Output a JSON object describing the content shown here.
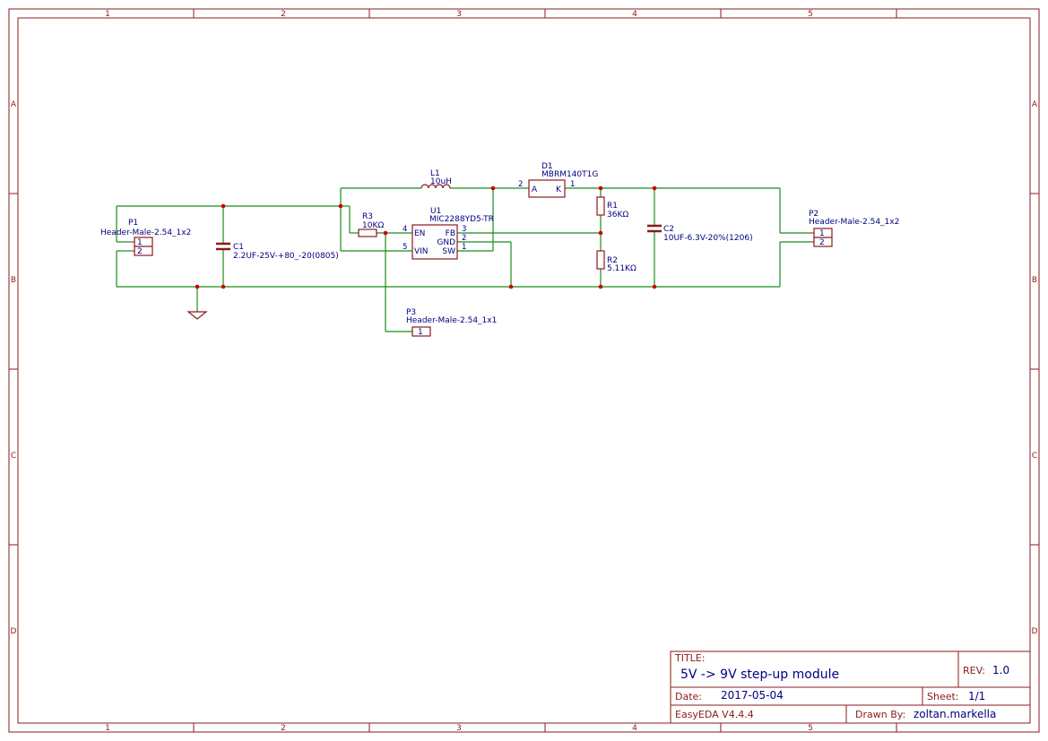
{
  "frame": {
    "columns": [
      "1",
      "2",
      "3",
      "4",
      "5"
    ],
    "rows": [
      "A",
      "B",
      "C",
      "D"
    ]
  },
  "components": {
    "P1": {
      "ref": "P1",
      "value": "Header-Male-2.54_1x2",
      "pins": [
        "1",
        "2"
      ]
    },
    "C1": {
      "ref": "C1",
      "value": "2.2UF-25V-+80_-20(0805)"
    },
    "L1": {
      "ref": "L1",
      "value": "10uH"
    },
    "R3": {
      "ref": "R3",
      "value": "10KΩ"
    },
    "U1": {
      "ref": "U1",
      "value": "MIC2288YD5-TR",
      "left_pins": [
        {
          "num": "4",
          "name": "EN"
        },
        {
          "num": "5",
          "name": "VIN"
        }
      ],
      "right_pins": [
        {
          "num": "3",
          "name": "FB"
        },
        {
          "num": "2",
          "name": "GND"
        },
        {
          "num": "1",
          "name": "SW"
        }
      ]
    },
    "D1": {
      "ref": "D1",
      "value": "MBRM140T1G",
      "pin_a": "2",
      "pin_k": "1",
      "label_a": "A",
      "label_k": "K"
    },
    "R1": {
      "ref": "R1",
      "value": "36KΩ"
    },
    "R2": {
      "ref": "R2",
      "value": "5.11KΩ"
    },
    "C2": {
      "ref": "C2",
      "value": "10UF-6.3V-20%(1206)"
    },
    "P2": {
      "ref": "P2",
      "value": "Header-Male-2.54_1x2",
      "pins": [
        "1",
        "2"
      ]
    },
    "P3": {
      "ref": "P3",
      "value": "Header-Male-2.54_1x1",
      "pins": [
        "1"
      ]
    }
  },
  "title_block": {
    "title_label": "TITLE:",
    "title": "5V -> 9V step-up module",
    "rev_label": "REV:",
    "rev": "1.0",
    "date_label": "Date:",
    "date": "2017-05-04",
    "sheet_label": "Sheet:",
    "sheet": "1/1",
    "software": "EasyEDA V4.4.4",
    "drawn_label": "Drawn By:",
    "drawn_by": "zoltan.markella"
  },
  "colors": {
    "frame": "#8b1a1a",
    "wire": "#1a8c1a",
    "text": "#000080",
    "junction": "#cc0000"
  }
}
